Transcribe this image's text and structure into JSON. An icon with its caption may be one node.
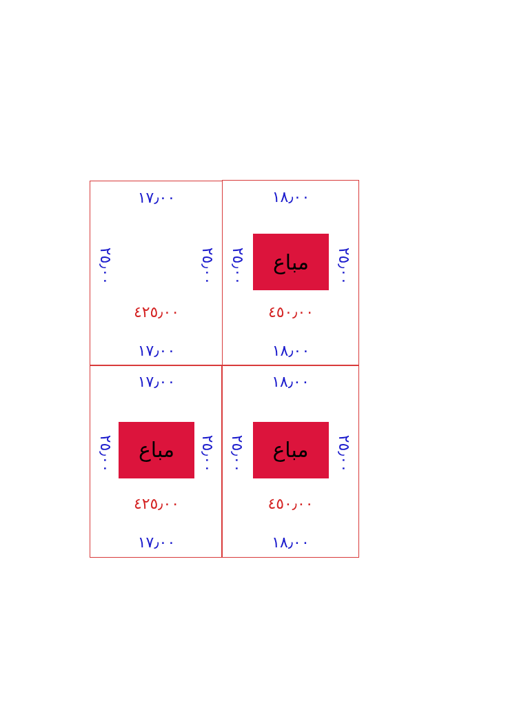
{
  "diagram": {
    "nodes": [
      {
        "text": [
          "١٧٫٠٠",
          "٢٥٫٠٠",
          "٢٥٫٠٠",
          "٤٢٥٫٠٠",
          "١٧٫٠٠"
        ]
      },
      {
        "text": [
          "١٨٫٠٠",
          "٢٥٫٠٠",
          "٢٥٫٠٠",
          "٤٥٠٫٠٠",
          "١٨٫٠٠"
        ]
      },
      {
        "text": [
          "مباع"
        ],
        "in": 1
      },
      {
        "text": [
          "١٧٫٠٠",
          "٢٥٫٠٠",
          "٢٥٫٠٠",
          "٤٢٥٫٠٠",
          "١٧٫٠٠"
        ]
      },
      {
        "text": [
          "مباع"
        ],
        "in": 3
      },
      {
        "text": [
          "١٨٫٠٠",
          "٢٥٫٠٠",
          "٢٥٫٠٠",
          "٤٥٠٫٠٠",
          "١٨٫٠٠"
        ]
      },
      {
        "text": [
          "مباع"
        ],
        "in": 5
      }
    ]
  }
}
